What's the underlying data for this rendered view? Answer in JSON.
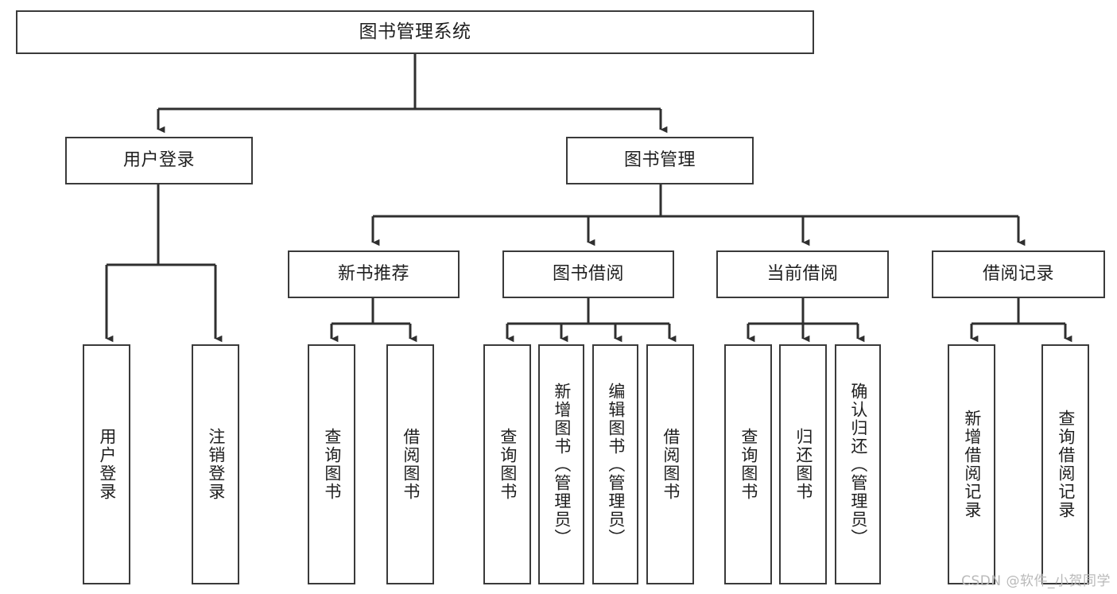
{
  "diagram": {
    "title": "图书管理系统",
    "type": "tree",
    "colors": {
      "box_border": "#3a3a3a",
      "box_fill": "#ffffff",
      "connector": "#2f2f2f",
      "text": "#1f1f1f",
      "watermark": "#b9b9b9",
      "background": "#ffffff"
    },
    "watermark": "CSDN @软件_小贺同学",
    "nodes": {
      "root": {
        "label": "图书管理系统"
      },
      "level1": [
        {
          "id": "user-login",
          "label": "用户登录"
        },
        {
          "id": "book-management",
          "label": "图书管理"
        }
      ],
      "level2": [
        {
          "id": "new-book-recommend",
          "label": "新书推荐"
        },
        {
          "id": "book-borrow",
          "label": "图书借阅"
        },
        {
          "id": "current-borrow",
          "label": "当前借阅"
        },
        {
          "id": "borrow-record",
          "label": "借阅记录"
        }
      ],
      "leaves": {
        "user-login": [
          {
            "id": "user-login-leaf",
            "label": "用户登录"
          },
          {
            "id": "user-logout-leaf",
            "label": "注销登录"
          }
        ],
        "new-book-recommend": [
          {
            "id": "query-book-1",
            "label": "查询图书"
          },
          {
            "id": "borrow-book-1",
            "label": "借阅图书"
          }
        ],
        "book-borrow": [
          {
            "id": "query-book-2",
            "label": "查询图书"
          },
          {
            "id": "add-book",
            "label": "新增图书（管理员）"
          },
          {
            "id": "edit-book",
            "label": "编辑图书（管理员）"
          },
          {
            "id": "borrow-book-2",
            "label": "借阅图书"
          }
        ],
        "current-borrow": [
          {
            "id": "query-book-3",
            "label": "查询图书"
          },
          {
            "id": "return-book",
            "label": "归还图书"
          },
          {
            "id": "confirm-return",
            "label": "确认归还（管理员）"
          }
        ],
        "borrow-record": [
          {
            "id": "add-borrow-record",
            "label": "新增借阅记录"
          },
          {
            "id": "query-borrow-record",
            "label": "查询借阅记录"
          }
        ]
      }
    }
  }
}
